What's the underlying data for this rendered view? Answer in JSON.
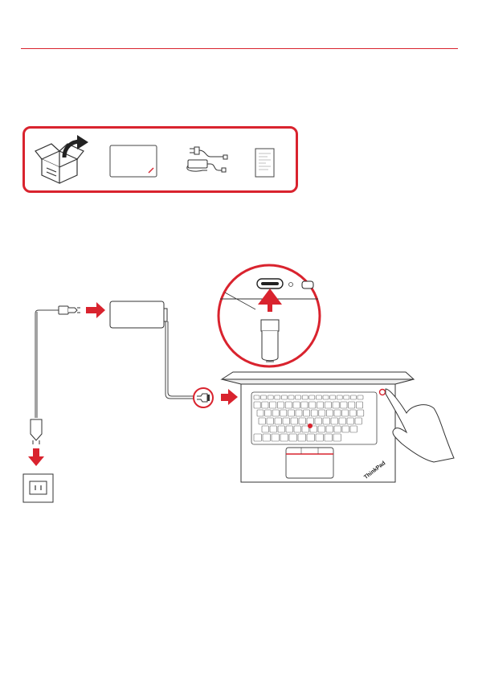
{
  "page": {
    "width": 595,
    "height": 840
  },
  "colors": {
    "accent": "#d9232e",
    "line": "#333333"
  },
  "box_contents": {
    "items": [
      "unbox-icon",
      "laptop-icon",
      "ac-adapter-icon",
      "document-icon"
    ]
  },
  "laptop": {
    "brand_mark": "ThinkPad"
  }
}
